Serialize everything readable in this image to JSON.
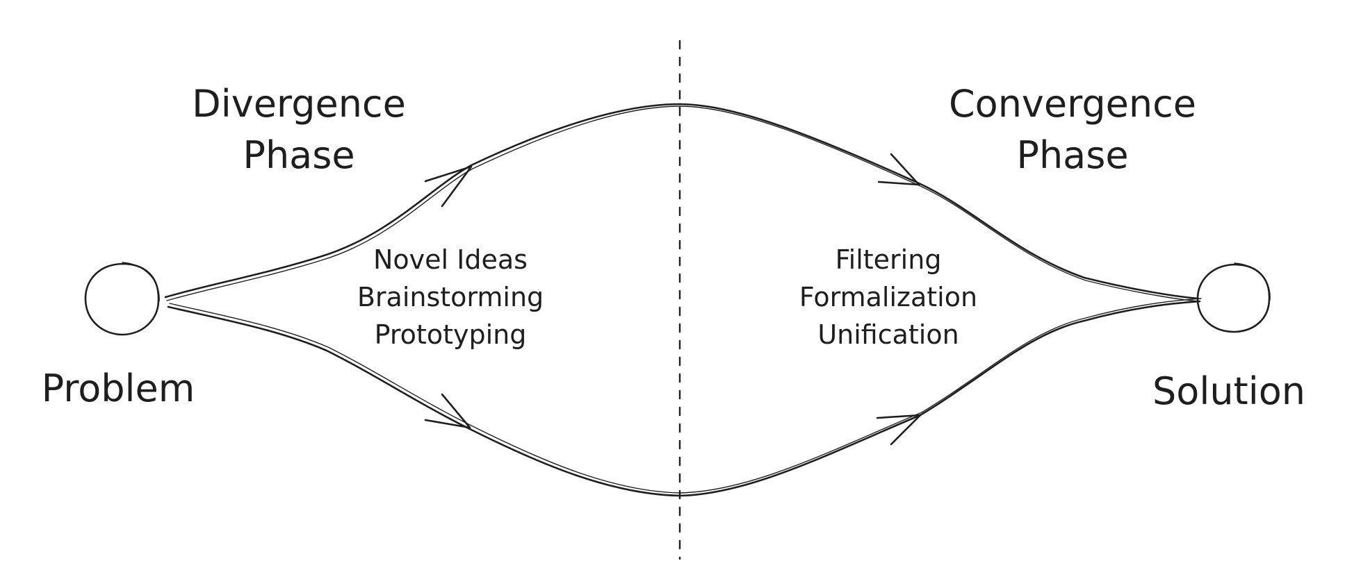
{
  "diagram": {
    "divergence": {
      "title_line1": "Divergence",
      "title_line2": "Phase",
      "activities": [
        "Novel Ideas",
        "Brainstorming",
        "Prototyping"
      ]
    },
    "convergence": {
      "title_line1": "Convergence",
      "title_line2": "Phase",
      "activities": [
        "Filtering",
        "Formalization",
        "Unification"
      ]
    },
    "start_node": {
      "label": "Problem"
    },
    "end_node": {
      "label": "Solution"
    }
  }
}
